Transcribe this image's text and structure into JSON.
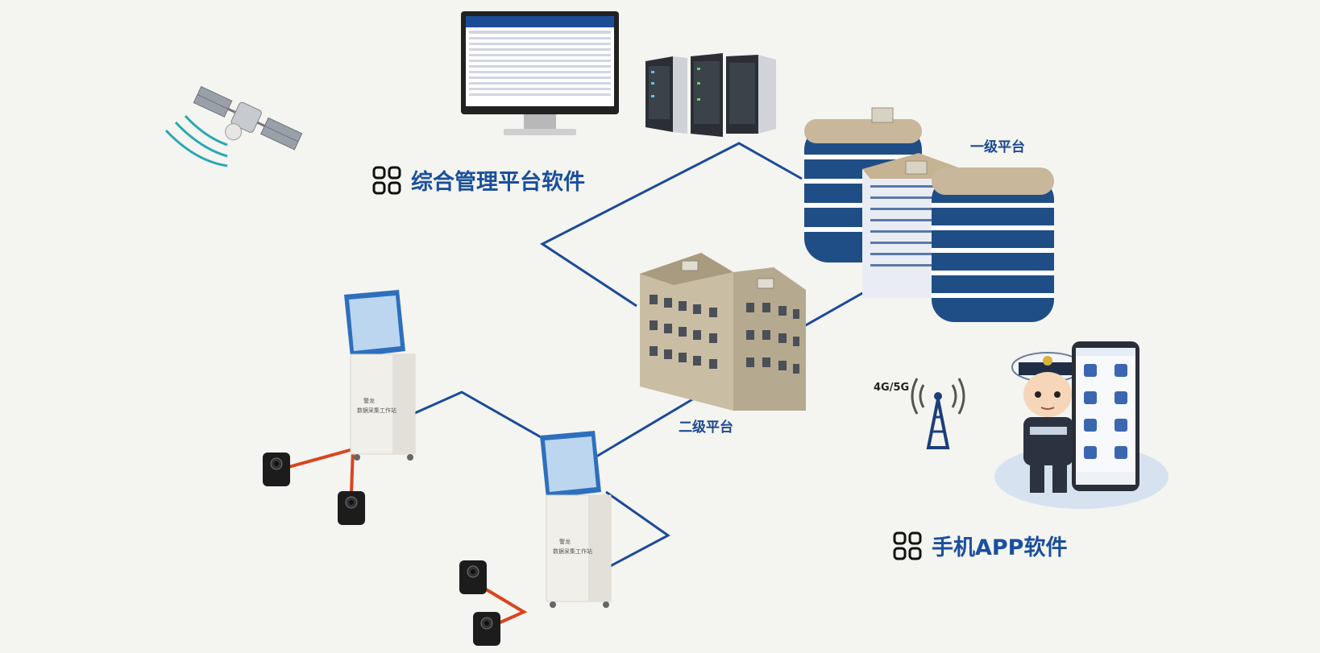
{
  "headings": {
    "management_software": "综合管理平台软件",
    "mobile_app": "手机APP软件"
  },
  "platforms": {
    "level_one": "一级平台",
    "level_two": "二级平台"
  },
  "network": {
    "label": "4G/5G"
  },
  "kiosks": {
    "brand": "警龙",
    "name": "数据采集工作站"
  },
  "colors": {
    "link_blue": "#1c4a9a",
    "cable_red": "#d8451f",
    "heading_blue": "#1a4f9c",
    "background": "#f4f4f0"
  },
  "icons": {
    "heading_icon": "grid-four-squares-icon",
    "satellite": "satellite-icon",
    "tower": "cell-tower-icon"
  }
}
